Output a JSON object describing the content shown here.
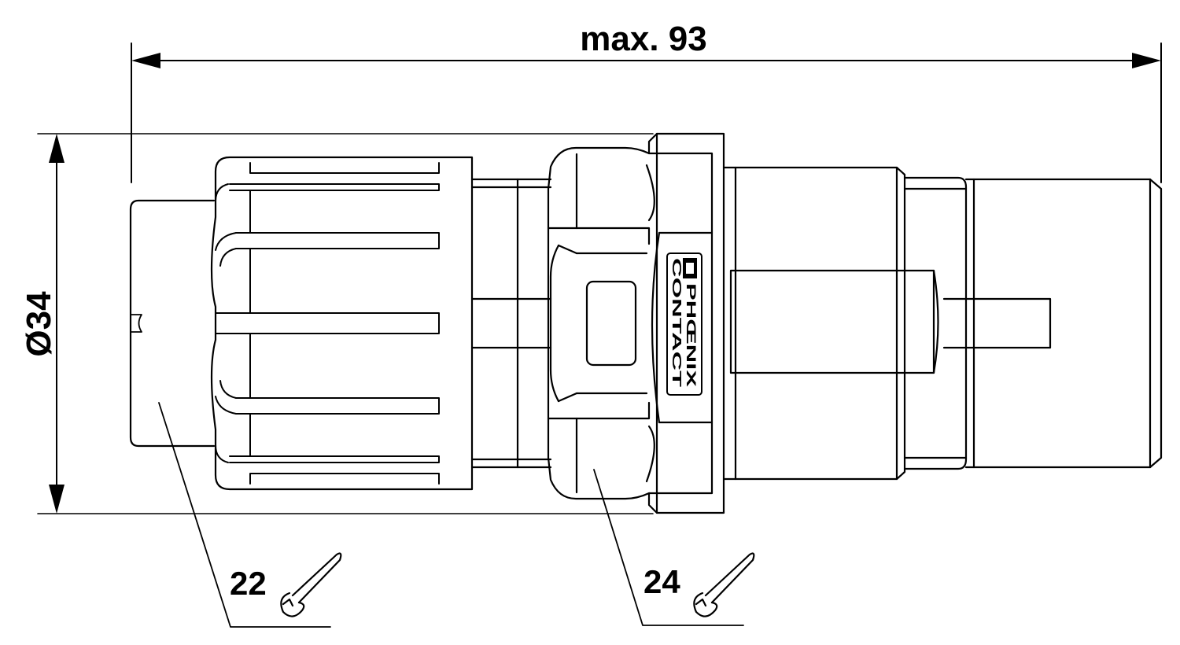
{
  "dimensions": {
    "length_label": "max. 93",
    "diameter_label": "Ø34"
  },
  "wrench_sizes": [
    {
      "label": "22"
    },
    {
      "label": "24"
    }
  ],
  "logo": {
    "line1": "PHŒNIX",
    "line2": "CONTACT"
  },
  "colors": {
    "line": "#000000",
    "background": "#ffffff"
  }
}
